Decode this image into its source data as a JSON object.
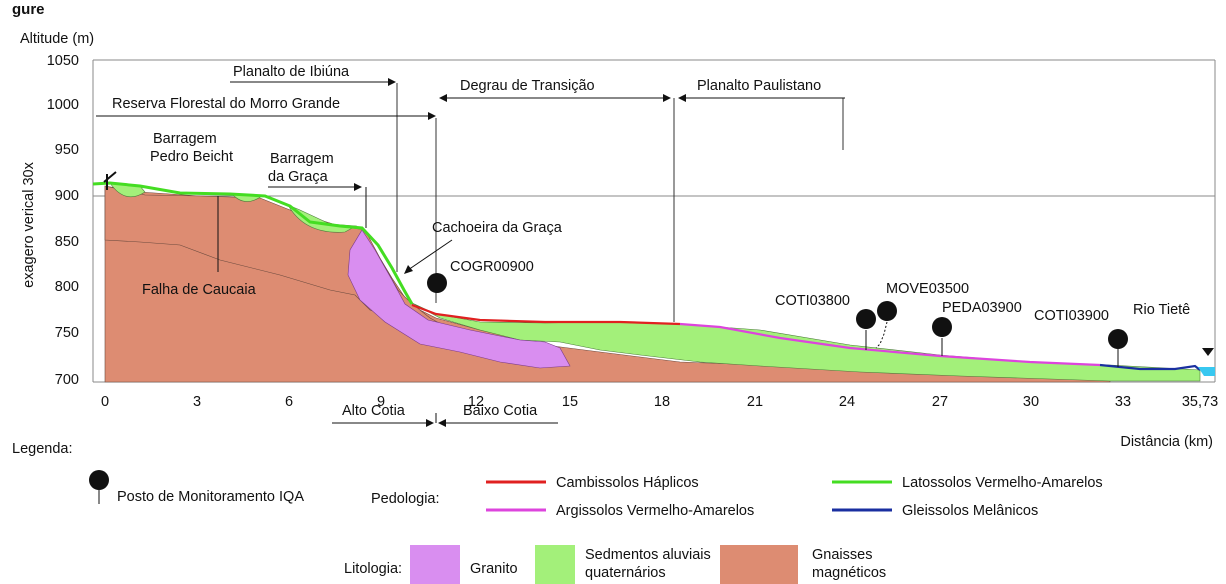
{
  "figure_title_fragment": "gure",
  "y_axis": {
    "title": "Altitude (m)",
    "side_label": "exagero verical 30x",
    "ticks": [
      "1050",
      "1000",
      "950",
      "900",
      "850",
      "800",
      "750",
      "700"
    ]
  },
  "x_axis": {
    "title": "Distância (km)",
    "ticks": [
      "0",
      "3",
      "6",
      "9",
      "12",
      "15",
      "18",
      "21",
      "24",
      "27",
      "30",
      "33",
      "35,73"
    ]
  },
  "regions": {
    "planalto_ibiuna": "Planalto de Ibiúna",
    "reserva": "Reserva Florestal do  Morro Grande",
    "degrau": "Degrau de Transição",
    "planalto_paulistano": "Planalto Paulistano"
  },
  "features": {
    "barragem_pedro_beicht_1": "Barragem",
    "barragem_pedro_beicht_2": "Pedro Beicht",
    "barragem_graca_1": "Barragem",
    "barragem_graca_2": "da Graça",
    "cachoeira": "Cachoeira da Graça",
    "falha": "Falha de Caucaia",
    "rio_tiete": "Rio Tietê"
  },
  "stations": [
    "COGR00900",
    "COTI03800",
    "MOVE03500",
    "PEDA03900",
    "COTI03900"
  ],
  "basins": {
    "alto": "Alto Cotia",
    "baixo": "Baixo Cotia"
  },
  "legend": {
    "title": "Legenda:",
    "station": "Posto de Monitoramento IQA",
    "pedologia_title": "Pedologia:",
    "pedologia": [
      {
        "label": "Cambissolos Háplicos",
        "color": "#e02020"
      },
      {
        "label": "Latossolos Vermelho-Amarelos",
        "color": "#44dd22"
      },
      {
        "label": "Argissolos Vermelho-Amarelos",
        "color": "#dd44dd"
      },
      {
        "label": "Gleissolos Melânicos",
        "color": "#1a2fa0"
      }
    ],
    "litologia_title": "Litologia:",
    "litologia": [
      {
        "label": "Granito",
        "color": "#d98ef0"
      },
      {
        "label_1": "Sedmentos aluviais",
        "label_2": "quaternários",
        "color": "#a3f07a"
      },
      {
        "label_1": "Gnaisses",
        "label_2": "magnéticos",
        "color": "#dd8c72"
      }
    ]
  }
}
